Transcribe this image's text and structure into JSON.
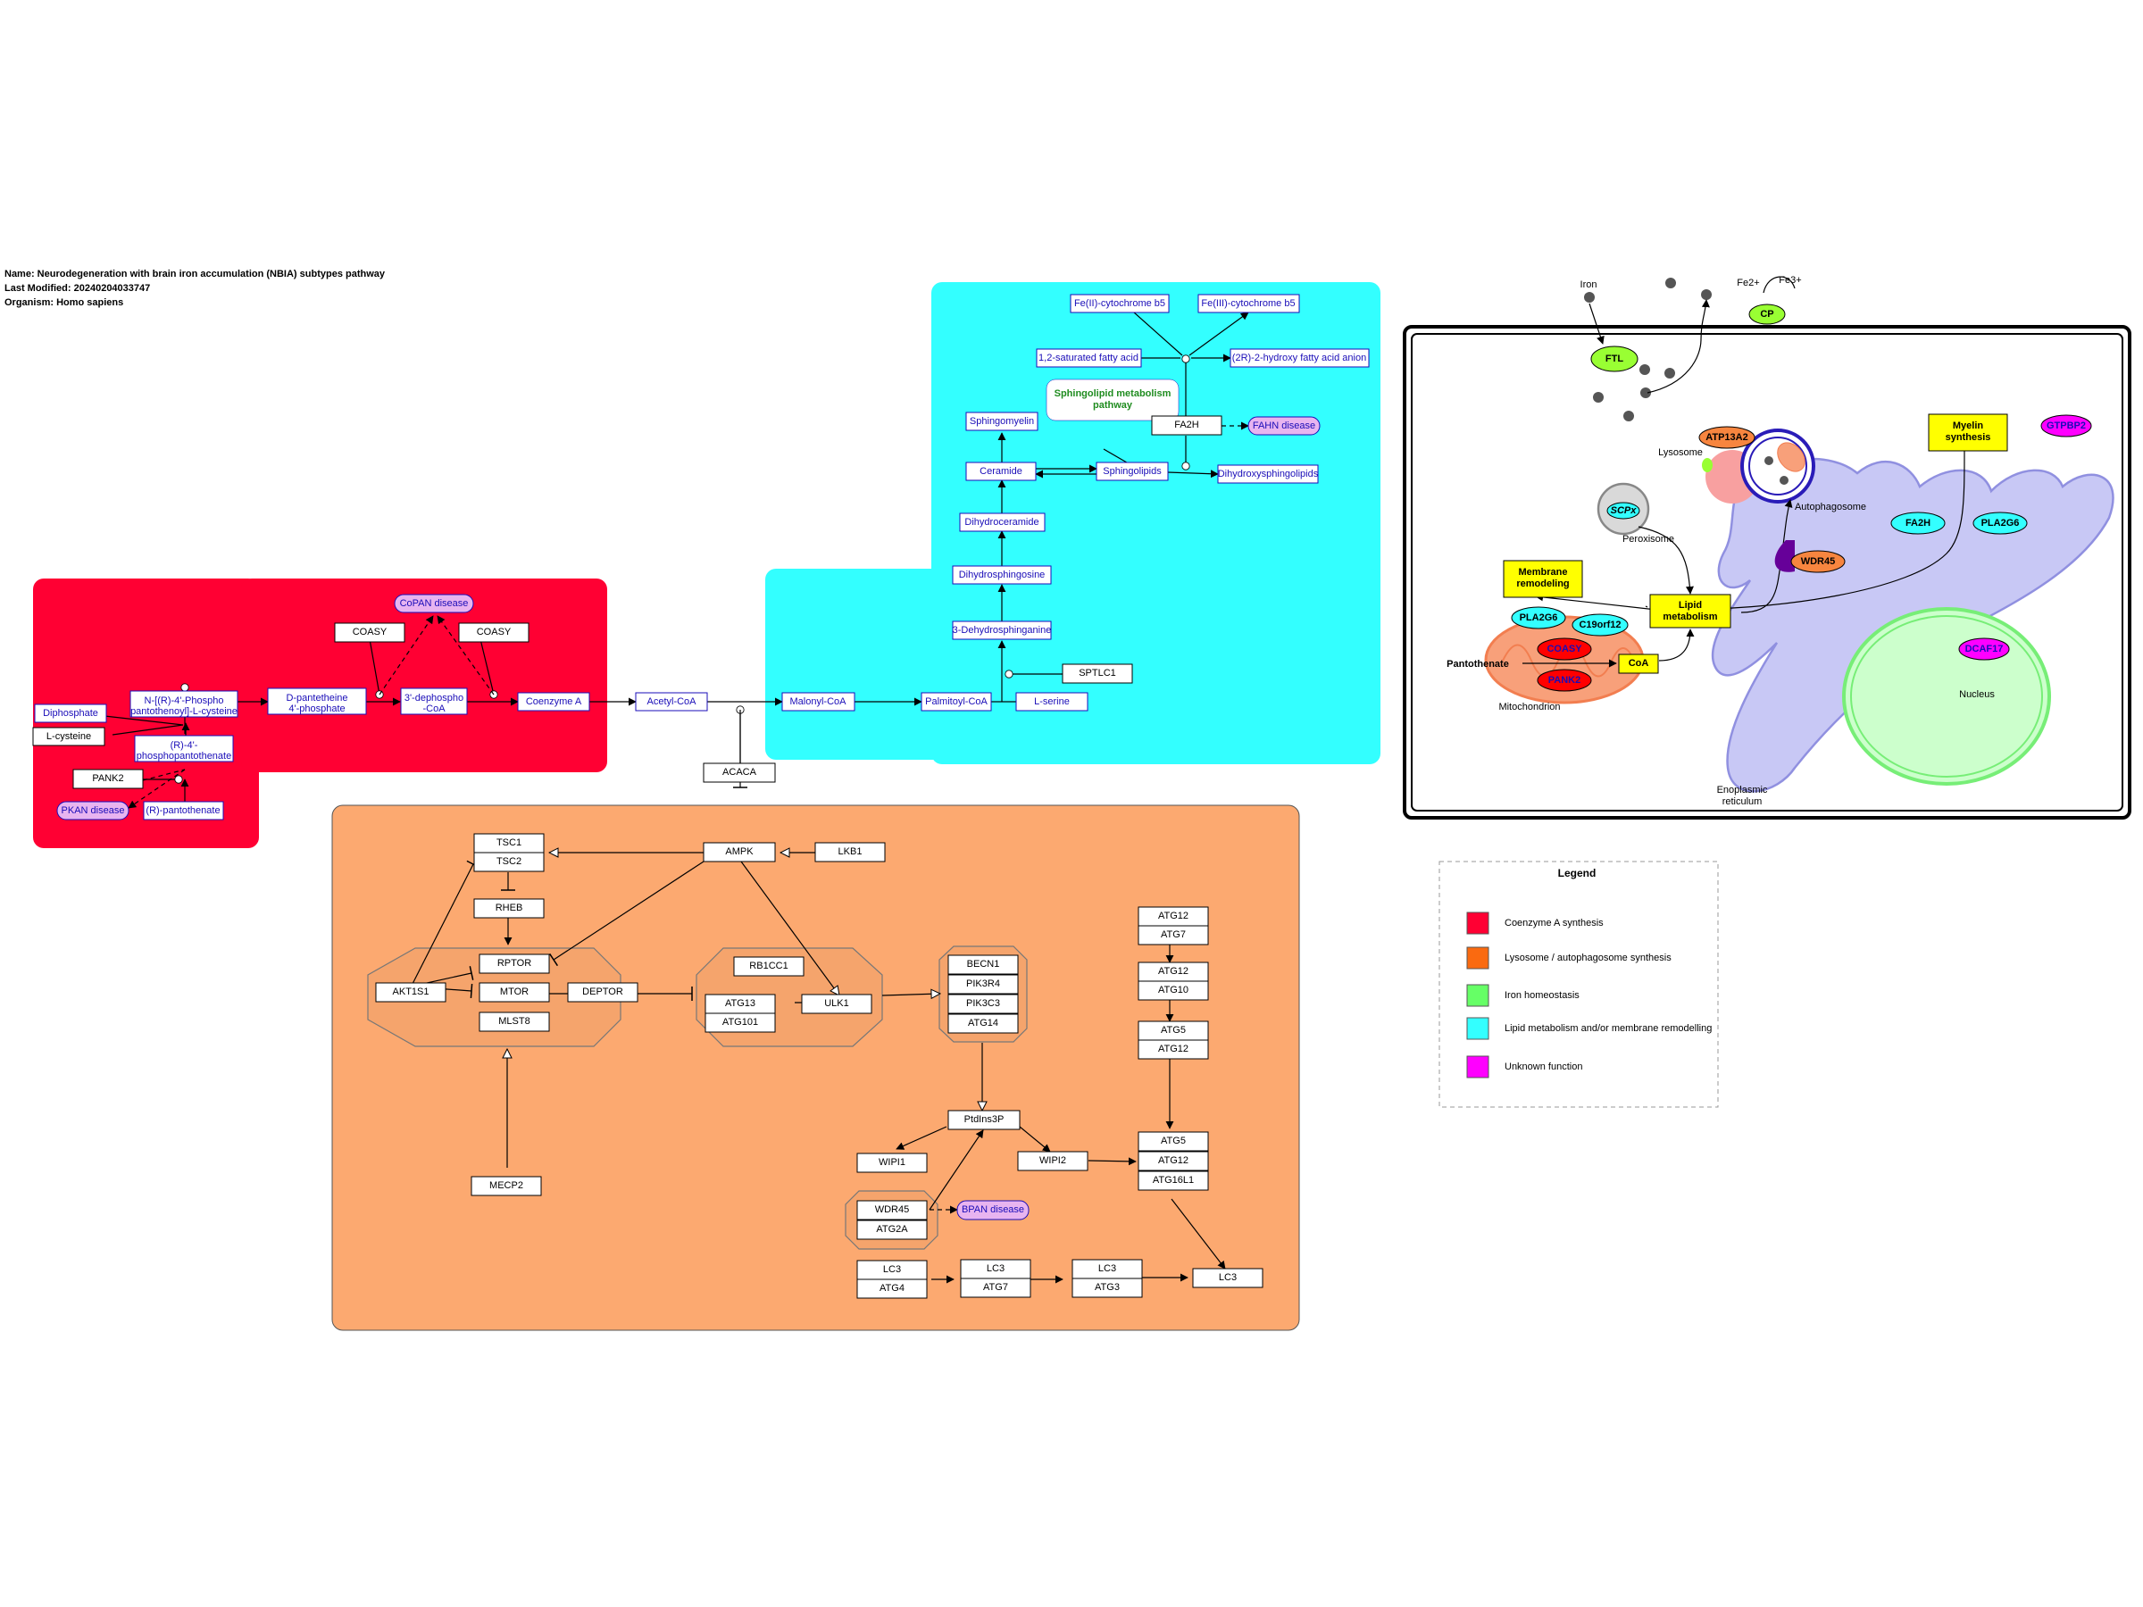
{
  "header": {
    "name": "Name: Neurodegeneration with brain iron accumulation (NBIA) subtypes pathway",
    "modified": "Last Modified: 20240204033747",
    "organism": "Organism: Homo sapiens"
  },
  "colors": {
    "coa_group": "#ff0033",
    "lipid_group": "#33ffff",
    "autophagy_group": "#fca970",
    "metabolite_text": "#1a0db8",
    "disease_fill": "#e8b4f0",
    "sphingolipid_text": "#1f8c1f"
  },
  "coa": {
    "diphosphate": "Diphosphate",
    "l_cysteine": "L-cysteine",
    "n_phospho": "N-[(R)-4'-Phospho\npantothenoyl]-L-cysteine",
    "r4_phospho": "(R)-4'-\nphosphopantothenate",
    "pank2": "PANK2",
    "pkan": "PKAN disease",
    "r_pantothenate": "(R)-pantothenate",
    "d_pantetheine": "D-pantetheine\n4'-phosphate",
    "coasy1": "COASY",
    "coasy2": "COASY",
    "copan": "CoPAN disease",
    "dephospho": "3'-dephospho\n-CoA",
    "coenzyme_a": "Coenzyme A",
    "acetyl_coa": "Acetyl-CoA"
  },
  "lipid": {
    "malonyl": "Malonyl-CoA",
    "palmitoyl": "Palmitoyl-CoA",
    "lserine": "L-serine",
    "sptlc1": "SPTLC1",
    "dehydro": "3-Dehydrosphinganine",
    "dihydrosph": "Dihydrosphingosine",
    "dihydrocer": "Dihydroceramide",
    "ceramide": "Ceramide",
    "sphingomyelin": "Sphingomyelin",
    "sphingolipids": "Sphingolipids",
    "dihydrosphl": "Dihydroxysphingolipids",
    "fa2h": "FA2H",
    "fahn": "FAHN disease",
    "pathway_label": "Sphingolipid metabolism\npathway",
    "sat_fa": "1,2-saturated fatty acid",
    "hydroxy_fa": "(2R)-2-hydroxy fatty acid anion",
    "fe2_cyt": "Fe(II)-cytochrome b5",
    "fe3_cyt": "Fe(III)-cytochrome b5"
  },
  "auto": {
    "acaca": "ACACA",
    "ampk": "AMPK",
    "lkb1": "LKB1",
    "tsc1": "TSC1",
    "tsc2": "TSC2",
    "rheb": "RHEB",
    "rptor": "RPTOR",
    "mtor": "MTOR",
    "mlst8": "MLST8",
    "akt1s1": "AKT1S1",
    "deptor": "DEPTOR",
    "mecp2": "MECP2",
    "rb1cc1": "RB1CC1",
    "atg13": "ATG13",
    "atg101": "ATG101",
    "ulk1": "ULK1",
    "becn1": "BECN1",
    "pik3r4": "PIK3R4",
    "pik3c3": "PIK3C3",
    "atg14": "ATG14",
    "ptdins": "PtdIns3P",
    "wipi1": "WIPI1",
    "wipi2": "WIPI2",
    "wdr45": "WDR45",
    "atg2a": "ATG2A",
    "bpan": "BPAN disease",
    "lc3a": "LC3",
    "atg4": "ATG4",
    "lc3b": "LC3",
    "atg7b": "ATG7",
    "lc3c": "LC3",
    "atg3": "ATG3",
    "lc3d": "LC3",
    "atg12a": "ATG12",
    "atg7a": "ATG7",
    "atg12b": "ATG12",
    "atg10": "ATG10",
    "atg5a": "ATG5",
    "atg12c": "ATG12",
    "atg5b": "ATG5",
    "atg12d": "ATG12",
    "atg16l1": "ATG16L1"
  },
  "cell": {
    "iron": "Iron",
    "fe2": "Fe2+",
    "fe3": "Fe3+",
    "cp": "CP",
    "ftl": "FTL",
    "atp13a2": "ATP13A2",
    "lysosome": "Lysosome",
    "autophagosome": "Autophagosome",
    "myelin": "Myelin\nsynthesis",
    "gtpbp2": "GTPBP2",
    "scpx": "SCPx",
    "peroxisome": "Peroxisome",
    "wdr45": "WDR45",
    "fa2h": "FA2H",
    "pla2g6_er": "PLA2G6",
    "membrane": "Membrane\nremodeling",
    "lipid_met": "Lipid\nmetabolism",
    "pla2g6_mito": "PLA2G6",
    "c19orf12": "C19orf12",
    "coasy": "COASY",
    "pank2": "PANK2",
    "pantothenate": "Pantothenate",
    "coa": "CoA",
    "mitochondrion": "Mitochondrion",
    "dcaf17": "DCAF17",
    "nucleus": "Nucleus",
    "er": "Enoplasmic\nreticulum"
  },
  "legend": {
    "title": "Legend",
    "items": [
      {
        "label": "Coenzyme A synthesis",
        "color": "#ff0033"
      },
      {
        "label": "Lysosome / autophagosome synthesis",
        "color": "#fa6a10"
      },
      {
        "label": "Iron homeostasis",
        "color": "#66ff66"
      },
      {
        "label": "Lipid metabolism and/or membrane remodelling",
        "color": "#33ffff"
      },
      {
        "label": "Unknown function",
        "color": "#ff00ff"
      }
    ]
  }
}
